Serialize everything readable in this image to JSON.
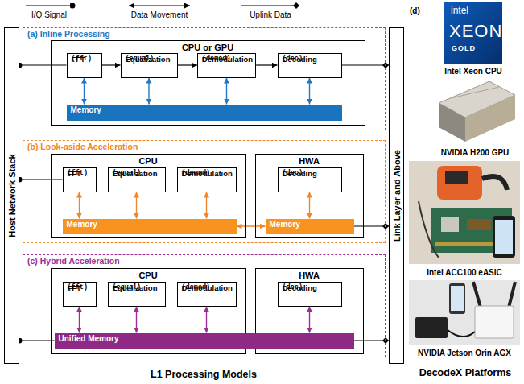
{
  "diagram": {
    "nodes": [
      {
        "text": [
          "Host Network Stack"
        ]
      },
      {
        "text": [
          "Link Layer and Above"
        ]
      },
      {
        "text": [
          "(a) Inline Processing"
        ]
      },
      {
        "text": [
          "CPU or GPU"
        ],
        "in": 2
      },
      {
        "text": [
          "FFT",
          "(fft)"
        ],
        "in": 3
      },
      {
        "text": [
          "Equalization",
          "(equal)"
        ],
        "in": 3
      },
      {
        "text": [
          "Demodulation",
          "(demod)"
        ],
        "in": 3
      },
      {
        "text": [
          "Decoding",
          "(dec)"
        ],
        "in": 3
      },
      {
        "text": [
          "Memory"
        ],
        "in": 3
      },
      {
        "text": [
          "(b) Look-aside Acceleration"
        ]
      },
      {
        "text": [
          "CPU"
        ],
        "in": 9
      },
      {
        "text": [
          "FFT",
          "(fft)"
        ],
        "in": 10
      },
      {
        "text": [
          "Equalization",
          "(equal)"
        ],
        "in": 10
      },
      {
        "text": [
          "Demodulation",
          "(demod)"
        ],
        "in": 10
      },
      {
        "text": [
          "Memory"
        ],
        "in": 10
      },
      {
        "text": [
          "HWA"
        ],
        "in": 9
      },
      {
        "text": [
          "Decoding",
          "(dec)"
        ],
        "in": 15
      },
      {
        "text": [
          "Memory"
        ],
        "in": 15
      },
      {
        "text": [
          "(c) Hybrid Acceleration"
        ]
      },
      {
        "text": [
          "CPU"
        ],
        "in": 18
      },
      {
        "text": [
          "FFT",
          "(fft)"
        ],
        "in": 19
      },
      {
        "text": [
          "Equalization",
          "(equal)"
        ],
        "in": 19
      },
      {
        "text": [
          "Demodulation",
          "(demod)"
        ],
        "in": 19
      },
      {
        "text": [
          "HWA"
        ],
        "in": 18
      },
      {
        "text": [
          "Decoding",
          "(dec)"
        ],
        "in": 23
      },
      {
        "text": [
          "Unified Memory"
        ],
        "in": 18
      }
    ],
    "edges": [
      {
        "from": 0,
        "to": 4,
        "arrow": "none"
      },
      {
        "from": 4,
        "to": 5,
        "arrow": "to"
      },
      {
        "from": 5,
        "to": 6,
        "arrow": "to"
      },
      {
        "from": 6,
        "to": 7,
        "arrow": "to"
      },
      {
        "from": 7,
        "to": 1,
        "arrow": "to"
      },
      {
        "from": 4,
        "to": 8,
        "arrow": "both"
      },
      {
        "from": 5,
        "to": 8,
        "arrow": "both"
      },
      {
        "from": 6,
        "to": 8,
        "arrow": "both"
      },
      {
        "from": 7,
        "to": 8,
        "arrow": "both"
      },
      {
        "from": 0,
        "to": 11,
        "arrow": "none"
      },
      {
        "from": 11,
        "to": 14,
        "arrow": "both"
      },
      {
        "from": 12,
        "to": 14,
        "arrow": "both"
      },
      {
        "from": 13,
        "to": 14,
        "arrow": "both"
      },
      {
        "from": 16,
        "to": 17,
        "arrow": "both"
      },
      {
        "from": 14,
        "to": 17,
        "arrow": "both"
      },
      {
        "from": 17,
        "to": 1,
        "arrow": "to"
      },
      {
        "from": 0,
        "to": 25,
        "arrow": "none"
      },
      {
        "from": 20,
        "to": 25,
        "arrow": "both"
      },
      {
        "from": 21,
        "to": 25,
        "arrow": "both"
      },
      {
        "from": 22,
        "to": 25,
        "arrow": "both"
      },
      {
        "from": 24,
        "to": 25,
        "arrow": "both"
      },
      {
        "from": 25,
        "to": 1,
        "arrow": "to"
      }
    ],
    "labels": [
      "(d)",
      "intel",
      "XEON",
      "GOLD",
      "Intel Xeon CPU",
      "NVIDIA H200 GPU",
      "Intel ACC100 eASIC",
      "NVIDIA Jetson Orin AGX",
      "L1 Processing Models",
      "DecodeX Platforms"
    ],
    "legend": [
      {
        "text": "I/Q Signal"
      },
      {
        "text": "Data Movement"
      },
      {
        "text": "Uplink Data"
      }
    ]
  }
}
